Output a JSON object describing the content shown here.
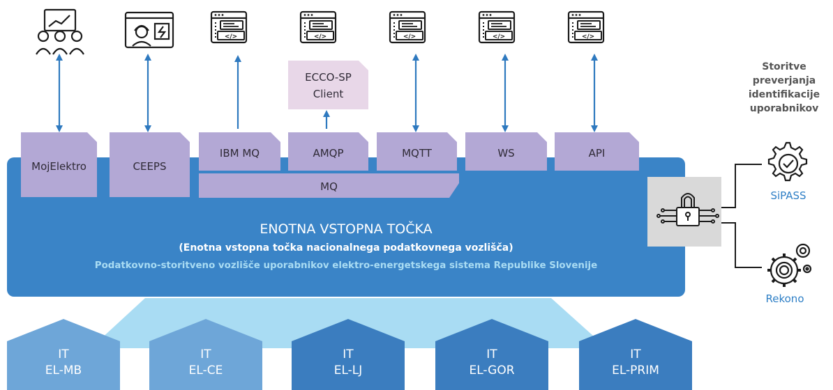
{
  "colors": {
    "main_blue": "#3a84c7",
    "lavender": "#b3a8d5",
    "light_lavender": "#e8d7e8",
    "arrow_blue": "#2e79bf",
    "hex_dark": "#3b7dbf",
    "hex_light": "#6ea6d8",
    "funnel": "#a9dcf3",
    "gray_box": "#d9d9d9",
    "icon_dark": "#1a1a1a"
  },
  "top_icons": [
    {
      "name": "users-presentation-icon"
    },
    {
      "name": "engineer-screen-icon"
    },
    {
      "name": "code-window-icon"
    },
    {
      "name": "code-window-icon"
    },
    {
      "name": "code-window-icon"
    },
    {
      "name": "code-window-icon"
    },
    {
      "name": "code-window-icon"
    }
  ],
  "protocols": [
    {
      "label": "MojElektro"
    },
    {
      "label": "CEEPS"
    },
    {
      "label": "IBM MQ"
    },
    {
      "label": "AMQP"
    },
    {
      "label": "MQTT"
    },
    {
      "label": "WS"
    },
    {
      "label": "API"
    }
  ],
  "mq_label": "MQ",
  "ecco_client": {
    "line1": "ECCO-SP",
    "line2": "Client"
  },
  "main_box": {
    "title": "ENOTNA VSTOPNA TOČKA",
    "subtitle": "(Enotna vstopna točka nacionalnega podatkovnega vozlišča)",
    "description": "Podatkovno-storitveno vozlišče uporabnikov elektro-energetskega sistema Republike Slovenije"
  },
  "side_heading": [
    "Storitve",
    "preverjanja",
    "identifikacije",
    "uporabnikov"
  ],
  "services": [
    {
      "label": "SiPASS",
      "icon": "gear-check-icon"
    },
    {
      "label": "Rekono",
      "icon": "gears-icon"
    }
  ],
  "lock_icon": "circuit-lock-icon",
  "bottom_nodes": [
    {
      "line1": "IT",
      "line2": "EL-MB",
      "shade": "light"
    },
    {
      "line1": "IT",
      "line2": "EL-CE",
      "shade": "light"
    },
    {
      "line1": "IT",
      "line2": "EL-LJ",
      "shade": "dark"
    },
    {
      "line1": "IT",
      "line2": "EL-GOR",
      "shade": "dark"
    },
    {
      "line1": "IT",
      "line2": "EL-PRIM",
      "shade": "dark"
    }
  ]
}
